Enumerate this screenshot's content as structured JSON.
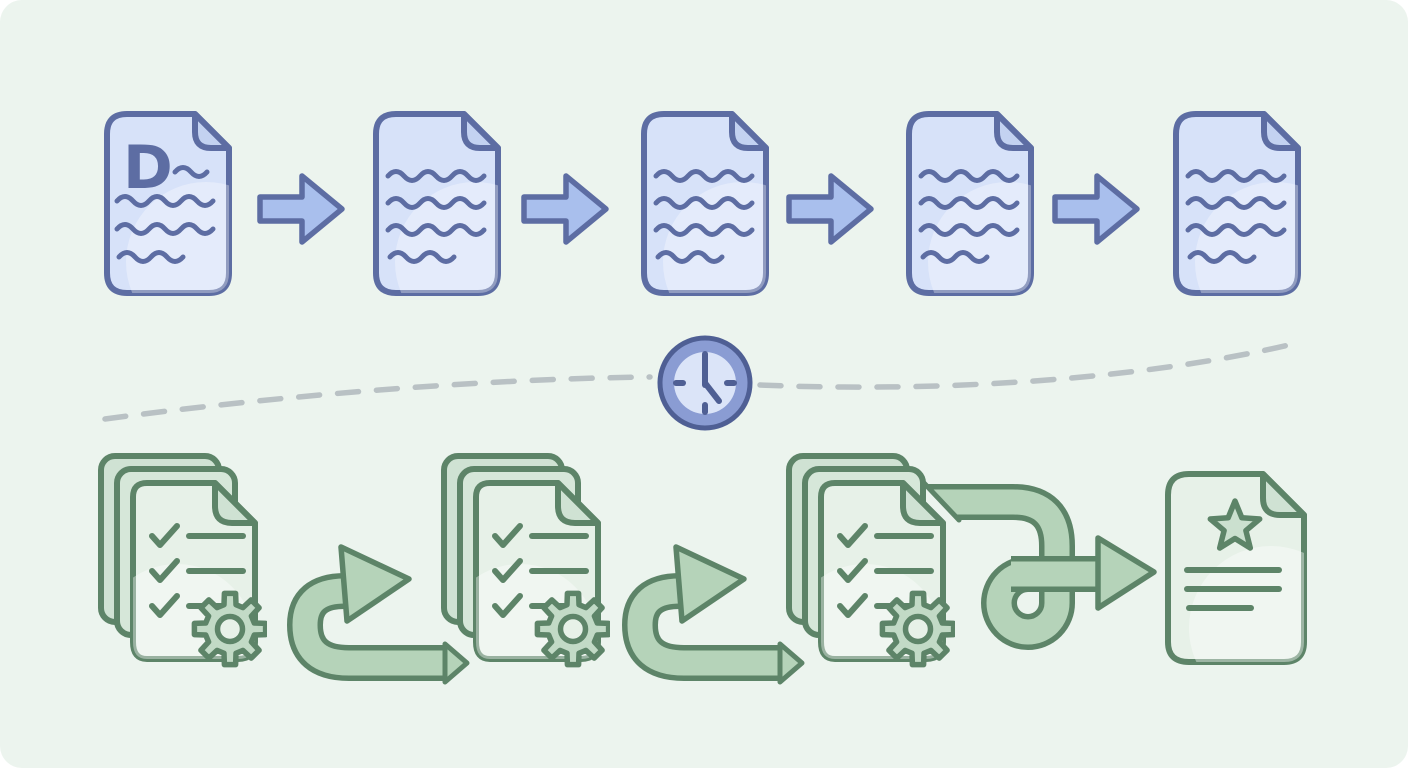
{
  "canvas": {
    "background_color": "#ecf4ee",
    "frame_color": "#ffffff",
    "description": "waterfall vs iterative document workflow illustration"
  },
  "top_row": {
    "label": "sequential-document-flow",
    "document_count": 5,
    "arrow_count": 4,
    "first_document_letter": "D",
    "wavy_text_lines_per_document": 4,
    "palette": {
      "page_fill": "#d7e2f9",
      "page_fold_fill": "#c3d2f1",
      "page_stroke": "#5d6da3",
      "wave_stroke": "#5d6da3",
      "arrow_fill": "#a9bfed",
      "arrow_stroke": "#5d6da3"
    }
  },
  "divider": {
    "dash_color": "#b9c1c4",
    "clock": {
      "time_shown": "4:00",
      "minute_hand_angle_deg": 0,
      "hour_hand_angle_deg": 142,
      "ring_fill": "#8a9cd3",
      "ring_stroke": "#4f5f94",
      "face_fill": "#dbe4f8",
      "marks_color": "#4f5f94"
    }
  },
  "bottom_row": {
    "label": "iterative-checklist-flow",
    "stack_count": 3,
    "pages_per_stack": 3,
    "checklist_rows_per_stack": 3,
    "iteration_arrow_count": 2,
    "has_loop_arrow": true,
    "final_document": {
      "has_star": true,
      "text_line_count": 3
    },
    "palette": {
      "front_page_fill": "#e7f1e8",
      "back_page_fill": "#cfe2d3",
      "page_stroke": "#5d8468",
      "check_stroke": "#5d8468",
      "arrow_fill": "#b5d3b9",
      "arrow_stroke": "#5d8468",
      "gear_fill": "#c2dac6",
      "star_fill": "#cbe0cf"
    }
  }
}
